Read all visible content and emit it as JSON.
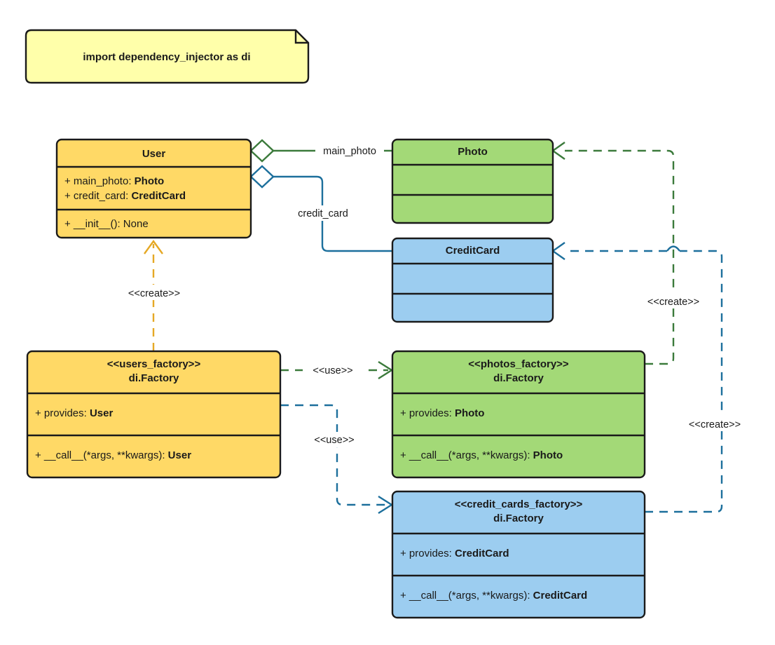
{
  "diagram": {
    "type": "uml-class-diagram",
    "background": "#ffffff",
    "note": {
      "text": "import dependency_injector as di",
      "fill": "#ffffaa",
      "stroke": "#1a1a1a"
    },
    "palette": {
      "yellow_fill": "#ffd966",
      "yellow_note_fill": "#ffffaa",
      "green_fill": "#a3d977",
      "blue_fill": "#9ccdf0",
      "green_line": "#3b7a3b",
      "blue_line": "#1c6f9c",
      "amber_line": "#e5a825",
      "border": "#1a1a1a",
      "text": "#1a1a1a"
    },
    "classes": [
      {
        "id": "user",
        "name": "User",
        "fill": "#ffd966",
        "attributes": [
          {
            "prefix": "+ main_photo: ",
            "type": "Photo"
          },
          {
            "prefix": "+ credit_card: ",
            "type": "CreditCard"
          }
        ],
        "methods": [
          {
            "prefix": "+ __init__(): None",
            "type": ""
          }
        ]
      },
      {
        "id": "photo",
        "name": "Photo",
        "fill": "#a3d977",
        "attributes": [],
        "methods": []
      },
      {
        "id": "creditcard",
        "name": "CreditCard",
        "fill": "#9ccdf0",
        "attributes": [],
        "methods": []
      },
      {
        "id": "users_factory",
        "stereotype": "<<users_factory>>",
        "name": "di.Factory",
        "fill": "#ffd966",
        "attributes": [
          {
            "prefix": "+ provides: ",
            "type": "User"
          }
        ],
        "methods": [
          {
            "prefix": "+ __call__(*args, **kwargs): ",
            "type": "User"
          }
        ]
      },
      {
        "id": "photos_factory",
        "stereotype": "<<photos_factory>>",
        "name": "di.Factory",
        "fill": "#a3d977",
        "attributes": [
          {
            "prefix": "+ provides: ",
            "type": "Photo"
          }
        ],
        "methods": [
          {
            "prefix": "+ __call__(*args, **kwargs): ",
            "type": "Photo"
          }
        ]
      },
      {
        "id": "credit_cards_factory",
        "stereotype": "<<credit_cards_factory>>",
        "name": "di.Factory",
        "fill": "#9ccdf0",
        "attributes": [
          {
            "prefix": "+ provides: ",
            "type": "CreditCard"
          }
        ],
        "methods": [
          {
            "prefix": "+ __call__(*args, **kwargs): ",
            "type": "CreditCard"
          }
        ]
      }
    ],
    "relationships": [
      {
        "id": "rel-main-photo",
        "kind": "aggregation",
        "from": "user",
        "to": "photo",
        "label": "main_photo",
        "color": "#3b7a3b"
      },
      {
        "id": "rel-credit-card",
        "kind": "aggregation",
        "from": "user",
        "to": "creditcard",
        "label": "credit_card",
        "color": "#1c6f9c"
      },
      {
        "id": "rel-create-user",
        "kind": "dependency",
        "from": "users_factory",
        "to": "user",
        "label": "<<create>>",
        "color": "#e5a825"
      },
      {
        "id": "rel-use-photos",
        "kind": "dependency",
        "from": "users_factory",
        "to": "photos_factory",
        "label": "<<use>>",
        "color": "#3b7a3b"
      },
      {
        "id": "rel-use-credit-cards",
        "kind": "dependency",
        "from": "users_factory",
        "to": "credit_cards_factory",
        "label": "<<use>>",
        "color": "#1c6f9c"
      },
      {
        "id": "rel-create-photo",
        "kind": "dependency",
        "from": "photos_factory",
        "to": "photo",
        "label": "<<create>>",
        "color": "#3b7a3b"
      },
      {
        "id": "rel-create-credit-card",
        "kind": "dependency",
        "from": "credit_cards_factory",
        "to": "creditcard",
        "label": "<<create>>",
        "color": "#1c6f9c"
      }
    ]
  }
}
